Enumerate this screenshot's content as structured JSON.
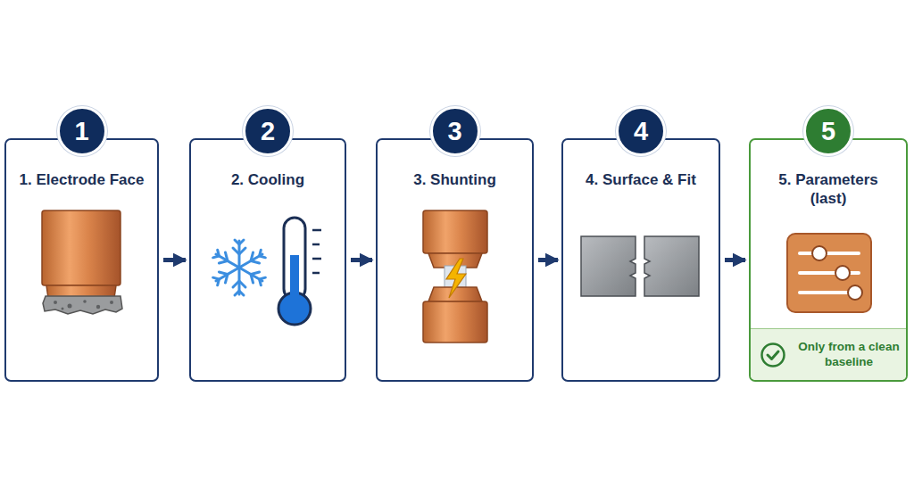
{
  "diagram": {
    "nodes": [
      {
        "text": [
          "1. Electrode Face"
        ]
      },
      {
        "text": [
          "1"
        ],
        "in": 0
      },
      {
        "text": [
          "2. Cooling"
        ]
      },
      {
        "text": [
          "2"
        ],
        "in": 2
      },
      {
        "text": [
          "3. Shunting"
        ]
      },
      {
        "text": [
          "3"
        ],
        "in": 4
      },
      {
        "text": [
          "4. Surface & Fit"
        ]
      },
      {
        "text": [
          "4"
        ],
        "in": 6
      },
      {
        "text": [
          "5. Parameters (last)"
        ]
      },
      {
        "text": [
          "5"
        ],
        "in": 8
      },
      {
        "text": [
          "Only from a clean baseline"
        ],
        "in": 8
      }
    ],
    "edges": [
      {
        "from": 0,
        "to": 2,
        "arrow": "to"
      },
      {
        "from": 2,
        "to": 4,
        "arrow": "to"
      },
      {
        "from": 4,
        "to": 6,
        "arrow": "to"
      },
      {
        "from": 6,
        "to": 8,
        "arrow": "to"
      }
    ]
  }
}
